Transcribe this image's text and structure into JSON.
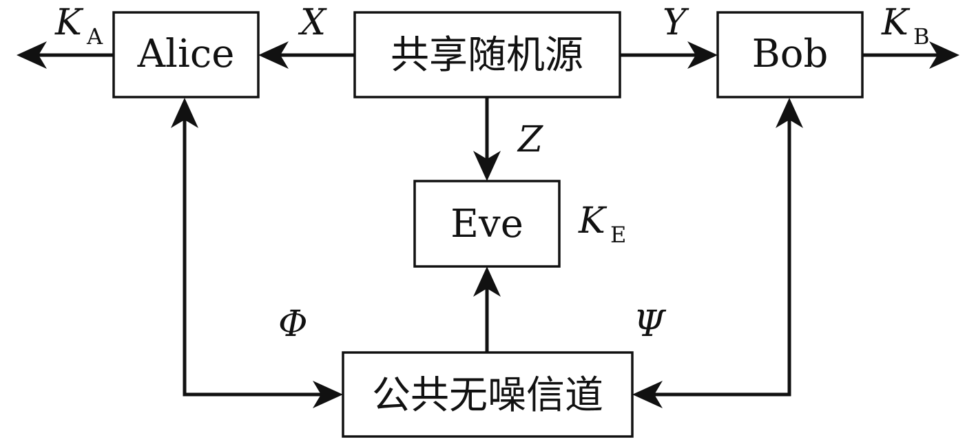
{
  "boxes": {
    "alice": "Alice",
    "source": "共享随机源",
    "bob": "Bob",
    "eve": "Eve",
    "channel": "公共无噪信道"
  },
  "labels": {
    "ka_main": "K",
    "ka_sub": "A",
    "kb_main": "K",
    "kb_sub": "B",
    "ke_main": "K",
    "ke_sub": "E",
    "x": "X",
    "y": "Y",
    "z": "Z",
    "phi": "Φ",
    "psi": "Ψ"
  }
}
